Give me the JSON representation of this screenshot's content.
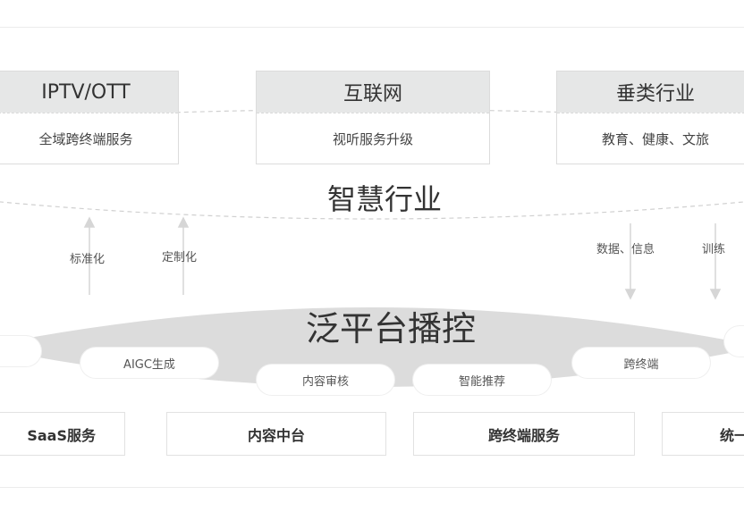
{
  "industries": [
    {
      "title": "IPTV/OTT",
      "subtitle": "全域跨终端服务"
    },
    {
      "title": "互联网",
      "subtitle": "视听服务升级"
    },
    {
      "title": "垂类行业",
      "subtitle": "教育、健康、文旅"
    }
  ],
  "smart_industry_label": "智慧行业",
  "arrow_labels": [
    "标准化",
    "定制化",
    "数据、信息",
    "训练"
  ],
  "platform": {
    "title": "泛平台播控",
    "capabilities": [
      "AIGC生成",
      "内容审核",
      "智能推荐",
      "跨终端"
    ]
  },
  "services": [
    "SaaS服务",
    "内容中台",
    "跨终端服务",
    "统一"
  ]
}
